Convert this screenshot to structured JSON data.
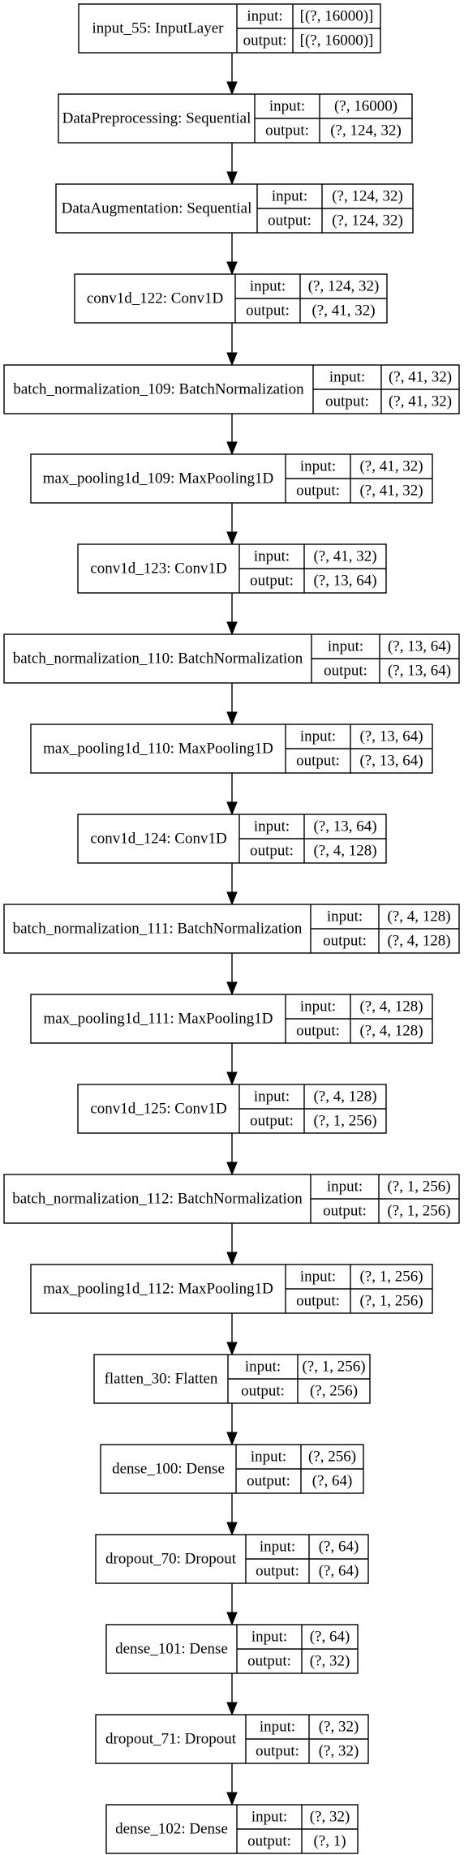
{
  "nodes": [
    {
      "name": "input_55: InputLayer",
      "input": "[(?, 16000)]",
      "output": "[(?, 16000)]"
    },
    {
      "name": "DataPreprocessing: Sequential",
      "input": "(?, 16000)",
      "output": "(?, 124, 32)"
    },
    {
      "name": "DataAugmentation: Sequential",
      "input": "(?, 124, 32)",
      "output": "(?, 124, 32)"
    },
    {
      "name": "conv1d_122: Conv1D",
      "input": "(?, 124, 32)",
      "output": "(?, 41, 32)"
    },
    {
      "name": "batch_normalization_109: BatchNormalization",
      "input": "(?, 41, 32)",
      "output": "(?, 41, 32)"
    },
    {
      "name": "max_pooling1d_109: MaxPooling1D",
      "input": "(?, 41, 32)",
      "output": "(?, 41, 32)"
    },
    {
      "name": "conv1d_123: Conv1D",
      "input": "(?, 41, 32)",
      "output": "(?, 13, 64)"
    },
    {
      "name": "batch_normalization_110: BatchNormalization",
      "input": "(?, 13, 64)",
      "output": "(?, 13, 64)"
    },
    {
      "name": "max_pooling1d_110: MaxPooling1D",
      "input": "(?, 13, 64)",
      "output": "(?, 13, 64)"
    },
    {
      "name": "conv1d_124: Conv1D",
      "input": "(?, 13, 64)",
      "output": "(?, 4, 128)"
    },
    {
      "name": "batch_normalization_111: BatchNormalization",
      "input": "(?, 4, 128)",
      "output": "(?, 4, 128)"
    },
    {
      "name": "max_pooling1d_111: MaxPooling1D",
      "input": "(?, 4, 128)",
      "output": "(?, 4, 128)"
    },
    {
      "name": "conv1d_125: Conv1D",
      "input": "(?, 4, 128)",
      "output": "(?, 1, 256)"
    },
    {
      "name": "batch_normalization_112: BatchNormalization",
      "input": "(?, 1, 256)",
      "output": "(?, 1, 256)"
    },
    {
      "name": "max_pooling1d_112: MaxPooling1D",
      "input": "(?, 1, 256)",
      "output": "(?, 1, 256)"
    },
    {
      "name": "flatten_30: Flatten",
      "input": "(?, 1, 256)",
      "output": "(?, 256)"
    },
    {
      "name": "dense_100: Dense",
      "input": "(?, 256)",
      "output": "(?, 64)"
    },
    {
      "name": "dropout_70: Dropout",
      "input": "(?, 64)",
      "output": "(?, 64)"
    },
    {
      "name": "dense_101: Dense",
      "input": "(?, 64)",
      "output": "(?, 32)"
    },
    {
      "name": "dropout_71: Dropout",
      "input": "(?, 32)",
      "output": "(?, 32)"
    },
    {
      "name": "dense_102: Dense",
      "input": "(?, 32)",
      "output": "(?, 1)"
    }
  ],
  "port_labels": {
    "input": "input:",
    "output": "output:"
  }
}
